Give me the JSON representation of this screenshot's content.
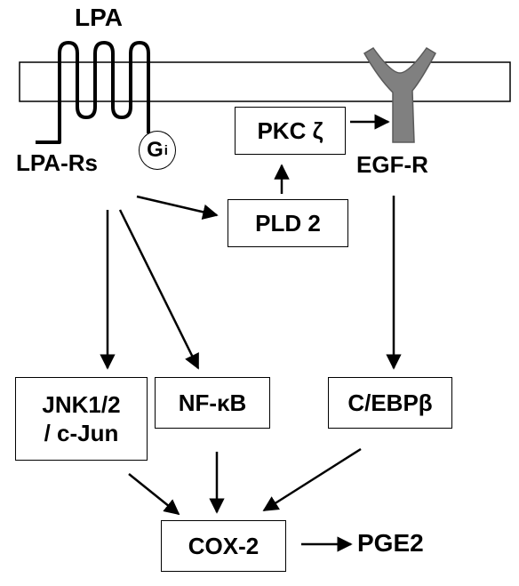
{
  "colors": {
    "stroke": "#000000",
    "receptor": "#808080",
    "background": "#ffffff"
  },
  "labels": {
    "lpa": "LPA",
    "lpa_rs": "LPA-Rs",
    "gi_main": "G",
    "gi_sub": "i",
    "egf_r": "EGF-R",
    "pge2": "PGE2"
  },
  "boxes": {
    "pkc": "PKC ζ",
    "pld2": "PLD 2",
    "jnk_line1": "JNK1/2",
    "jnk_line2": "/ c-Jun",
    "nfkb": "NF-κB",
    "cebpb": "C/EBPβ",
    "cox2": "COX-2"
  }
}
